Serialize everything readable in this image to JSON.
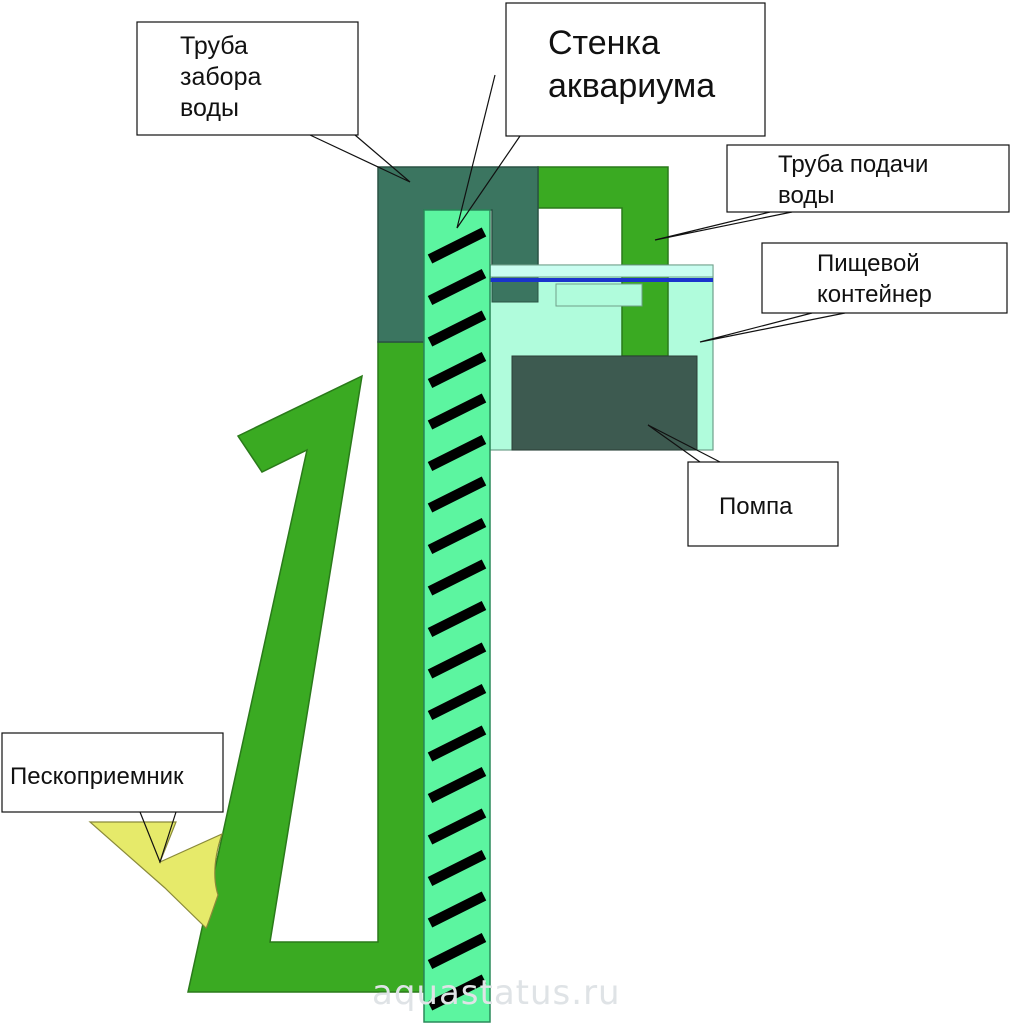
{
  "labels": {
    "intake_pipe": [
      "Труба",
      "забора",
      "воды"
    ],
    "aquarium_wall": [
      "Стенка",
      "аквариума"
    ],
    "supply_pipe": [
      "Труба подачи",
      "воды"
    ],
    "food_container": [
      "Пищевой",
      "контейнер"
    ],
    "pump": [
      "Помпа"
    ],
    "sand_trap": [
      "Пескоприемник"
    ]
  },
  "watermark": "aquastatus.ru",
  "colors": {
    "pipe_green": "#3aaa22",
    "intake_dark": "#3b7560",
    "wall": "#5cf5a0",
    "wall_hatch": "#000000",
    "container": "#b0fcdc",
    "pump": "#3d5a50",
    "sand_trap": "#e6ea6a",
    "lid_line": "#1a33cc"
  }
}
